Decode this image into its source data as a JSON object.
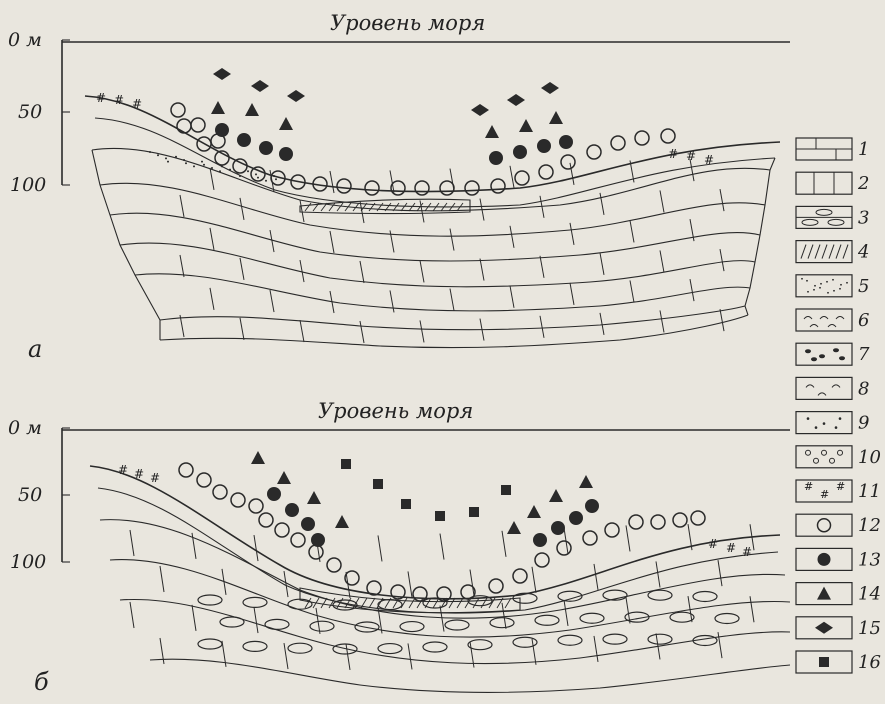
{
  "sections": [
    {
      "letter": "а",
      "sea_level": "Уровень моря",
      "depth_ticks": [
        "0 м",
        "50",
        "100"
      ]
    },
    {
      "letter": "б",
      "sea_level": "Уровень моря",
      "depth_ticks": [
        "0 м",
        "50",
        "100"
      ]
    }
  ],
  "legend": [
    {
      "number": "1",
      "pattern": "bricks"
    },
    {
      "number": "2",
      "pattern": "blocks"
    },
    {
      "number": "3",
      "pattern": "nodules"
    },
    {
      "number": "4",
      "pattern": "hatch"
    },
    {
      "number": "5",
      "pattern": "sand"
    },
    {
      "number": "6",
      "pattern": "gravel-arcs"
    },
    {
      "number": "7",
      "pattern": "pebbles"
    },
    {
      "number": "8",
      "pattern": "arcs"
    },
    {
      "number": "9",
      "pattern": "dots"
    },
    {
      "number": "10",
      "pattern": "small-circles"
    },
    {
      "number": "11",
      "pattern": "hashes"
    },
    {
      "number": "12",
      "pattern": "circle"
    },
    {
      "number": "13",
      "pattern": "filled-circle"
    },
    {
      "number": "14",
      "pattern": "triangle"
    },
    {
      "number": "15",
      "pattern": "diamond"
    },
    {
      "number": "16",
      "pattern": "square"
    }
  ]
}
